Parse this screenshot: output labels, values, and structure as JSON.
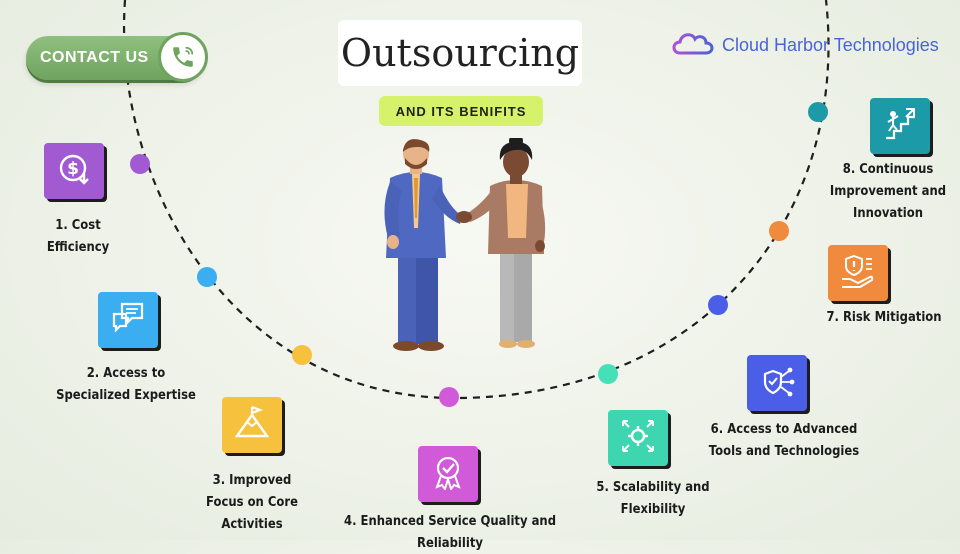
{
  "contact_button": {
    "label": "CONTACT US",
    "color": "#7fb26e"
  },
  "title": "Outsourcing",
  "subtitle": "AND ITS BENIFITS",
  "brand": {
    "name": "Cloud Harbor Technologies",
    "color": "#4a63d8"
  },
  "steps": [
    {
      "label": "1. Cost Efficiency",
      "icon": "dollar-down-icon",
      "color": "#a25ad3",
      "dot_color": "#a25ad3"
    },
    {
      "label": "2. Access to Specialized Expertise",
      "icon": "chat-bubbles-icon",
      "color": "#3aaef0",
      "dot_color": "#3aaef0"
    },
    {
      "label": "3. Improved Focus on Core Activities",
      "icon": "mountain-flag-icon",
      "color": "#f6c23e",
      "dot_color": "#f6c23e"
    },
    {
      "label": "4. Enhanced Service Quality and Reliability",
      "icon": "quality-badge-icon",
      "color": "#d05ad8",
      "dot_color": "#d05ad8"
    },
    {
      "label": "5. Scalability and Flexibility",
      "icon": "scale-gear-icon",
      "color": "#3ed6b0",
      "dot_color": "#46e0b8"
    },
    {
      "label": "6. Access to Advanced Tools and Technologies",
      "icon": "network-shield-icon",
      "color": "#4a5ee8",
      "dot_color": "#4a5ee8"
    },
    {
      "label": "7. Risk Mitigation",
      "icon": "risk-hand-icon",
      "color": "#f08a3c",
      "dot_color": "#f08a3c"
    },
    {
      "label": "8. Continuous Improvement and Innovation",
      "icon": "stairs-climb-icon",
      "color": "#1d9aa8",
      "dot_color": "#1d9aa8"
    }
  ]
}
